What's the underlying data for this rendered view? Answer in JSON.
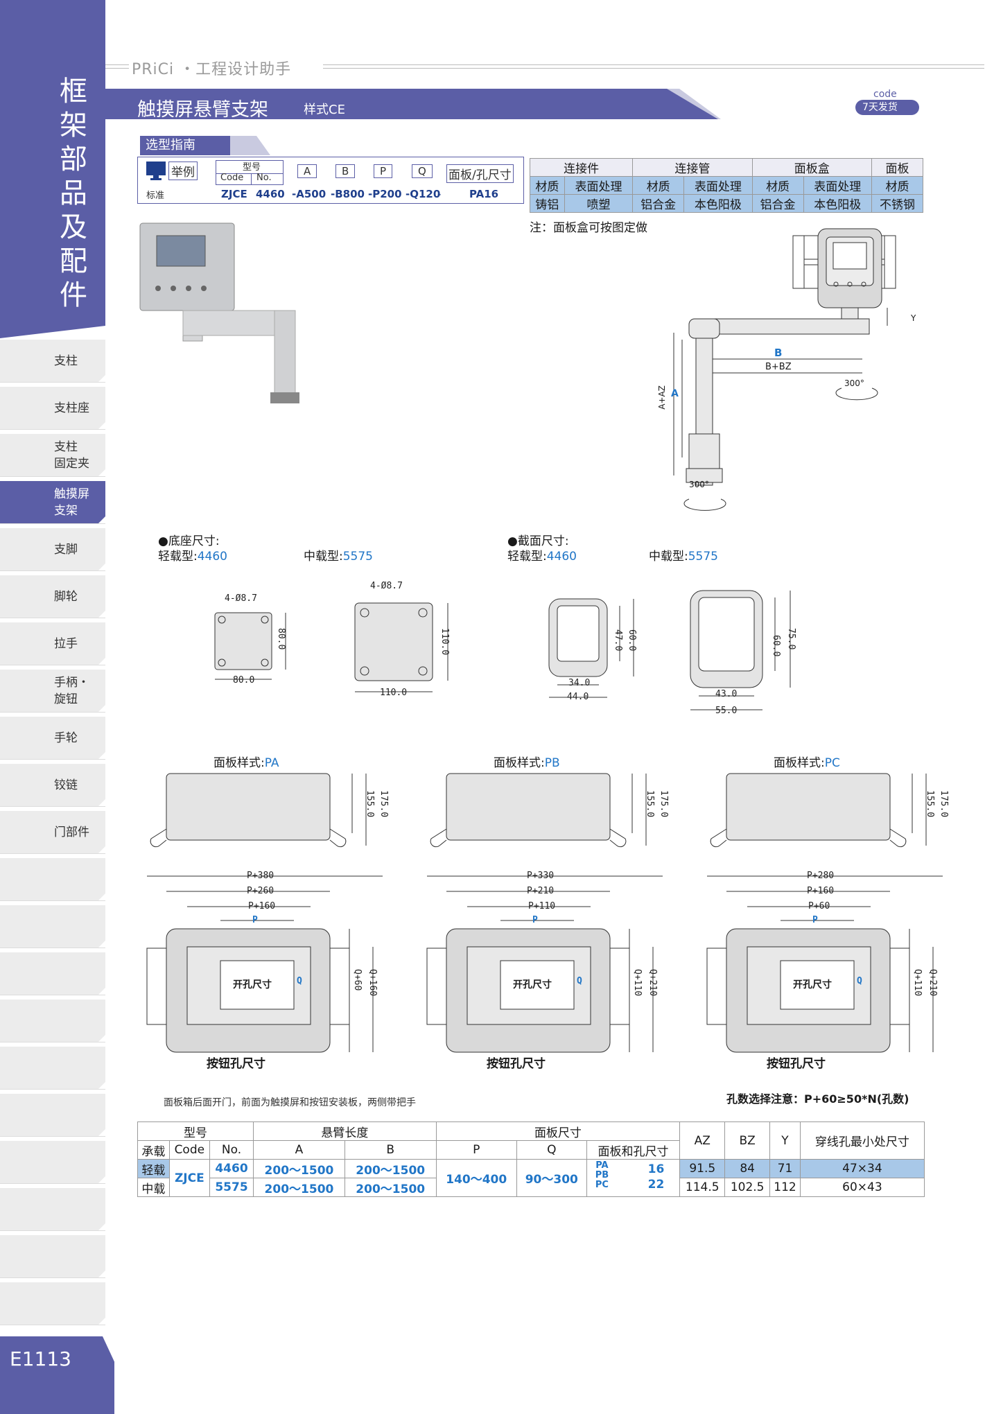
{
  "sidebar": {
    "title": "框架部品及配件",
    "items": [
      "支柱",
      "支柱座",
      "支柱\n固定夹",
      "触摸屏\n支架",
      "支脚",
      "脚轮",
      "拉手",
      "手柄・\n旋钮",
      "手轮",
      "铰链",
      "门部件",
      "",
      "",
      "",
      "",
      "",
      "",
      "",
      "",
      "",
      ""
    ],
    "active_index": 3,
    "page_number": "E1113"
  },
  "header": {
    "brand": "PRiCi ・工程设计助手",
    "title": "触摸屏悬臂支架",
    "subtitle": "样式CE",
    "ship_code": "code",
    "ship_label": "7天发货"
  },
  "guide": {
    "title": "选型指南",
    "example": "举例",
    "std": "标准",
    "model_label": "型号",
    "code_label": "Code",
    "no_label": "No.",
    "fields": [
      "A",
      "B",
      "P",
      "Q",
      "面板/孔尺寸"
    ],
    "values": [
      "ZJCE",
      "4460",
      "-A500",
      "-B800",
      "-P200",
      "-Q120",
      "-",
      "PA16"
    ]
  },
  "spec_table": {
    "groups": [
      "连接件",
      "连接管",
      "面板盒",
      "面板"
    ],
    "row1": [
      "材质",
      "表面处理",
      "材质",
      "表面处理",
      "材质",
      "表面处理",
      "材质"
    ],
    "row2": [
      "铸铝",
      "喷塑",
      "铝合金",
      "本色阳极",
      "铝合金",
      "本色阳极",
      "不锈钢"
    ]
  },
  "note": "注：面板盒可按图定做",
  "diagram": {
    "B": "B",
    "BBZ": "B+BZ",
    "A": "A",
    "AAZ": "A+AZ",
    "Y": "Y",
    "rot": "300°"
  },
  "base": {
    "title": "●底座尺寸:",
    "light": "轻载型:",
    "light_code": "4460",
    "mid": "中载型:",
    "mid_code": "5575",
    "s_hole": "4-Ø8.7",
    "s_w": "80.0",
    "s_h": "80.0",
    "m_hole": "4-Ø8.7",
    "m_w": "110.0",
    "m_h": "110.0"
  },
  "section": {
    "title": "●截面尺寸:",
    "light": "轻载型:",
    "light_code": "4460",
    "mid": "中载型:",
    "mid_code": "5575",
    "s_in_w": "34.0",
    "s_out_w": "44.0",
    "s_in_h": "47.0",
    "s_out_h": "60.0",
    "m_in_w": "43.0",
    "m_out_w": "55.0",
    "m_in_h": "60.0",
    "m_out_h": "75.0"
  },
  "panels": [
    {
      "label": "面板样式:",
      "code": "PA",
      "h1": "155.0",
      "h2": "175.0",
      "w3": "P+380",
      "w2": "P+260",
      "w1": "P+160",
      "p": "P",
      "q": "Q",
      "qh1": "Q+60",
      "qh2": "Q+160",
      "cut": "开孔尺寸",
      "btn": "按钮孔尺寸"
    },
    {
      "label": "面板样式:",
      "code": "PB",
      "h1": "155.0",
      "h2": "175.0",
      "w3": "P+330",
      "w2": "P+210",
      "w1": "P+110",
      "p": "P",
      "q": "Q",
      "qh1": "Q+110",
      "qh2": "Q+210",
      "cut": "开孔尺寸",
      "btn": "按钮孔尺寸"
    },
    {
      "label": "面板样式:",
      "code": "PC",
      "h1": "155.0",
      "h2": "175.0",
      "w3": "P+280",
      "w2": "P+160",
      "w1": "P+60",
      "p": "P",
      "q": "Q",
      "qh1": "Q+110",
      "qh2": "Q+210",
      "cut": "开孔尺寸",
      "btn": "按钮孔尺寸"
    }
  ],
  "panel_note": "面板箱后面开门，前面为触摸屏和按钮安装板，两侧带把手",
  "hole_note": "孔数选择注意：P+60≥50*N(孔数)",
  "table": {
    "h_model": "型号",
    "h_arm": "悬臂长度",
    "h_panel": "面板尺寸",
    "h_az": "AZ",
    "h_bz": "BZ",
    "h_y": "Y",
    "h_hole": "穿线孔最小处尺寸",
    "h_load": "承载",
    "h_code": "Code",
    "h_no": "No.",
    "h_a": "A",
    "h_b": "B",
    "h_p": "P",
    "h_q": "Q",
    "h_ph": "面板和孔尺寸",
    "code": "ZJCE",
    "p": "140～400",
    "q": "90～300",
    "styles": "PA\nPB\nPC",
    "rows": [
      {
        "load": "轻载",
        "no": "4460",
        "a": "200～1500",
        "b": "200～1500",
        "hole": "16",
        "az": "91.5",
        "bz": "84",
        "y": "71",
        "wire": "47×34"
      },
      {
        "load": "中载",
        "no": "5575",
        "a": "200～1500",
        "b": "200～1500",
        "hole": "22",
        "az": "114.5",
        "bz": "102.5",
        "y": "112",
        "wire": "60×43"
      }
    ]
  }
}
